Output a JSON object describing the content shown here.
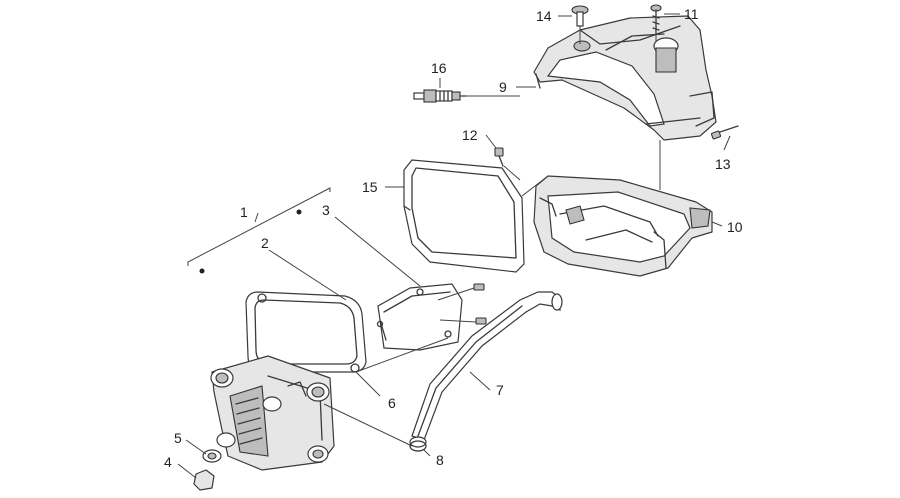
{
  "callouts": {
    "c1": "1",
    "c2": "2",
    "c3": "3",
    "c4": "4",
    "c5": "5",
    "c6": "6",
    "c7": "7",
    "c8": "8",
    "c9": "9",
    "c10": "10",
    "c11": "11",
    "c12": "12",
    "c13": "13",
    "c14": "14",
    "c15": "15",
    "c16": "16"
  },
  "colors": {
    "line": "#3a3a3a",
    "fill": "#e6e6e6",
    "background": "#ffffff"
  }
}
